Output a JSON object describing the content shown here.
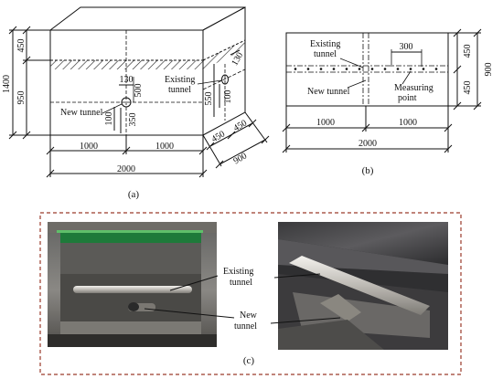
{
  "panel_a": {
    "caption": "(a)",
    "dims": {
      "height_total": "1400",
      "height_top": "450",
      "height_lower": "950",
      "width_left": "1000",
      "width_right": "1000",
      "width_total": "2000",
      "depth_a": "450",
      "depth_b": "450",
      "depth_total": "900",
      "spacing_130_front": "130",
      "spacing_500": "500",
      "spacing_100_front": "100",
      "spacing_350": "350",
      "side_130": "130",
      "side_550": "550",
      "side_100": "100"
    },
    "labels": {
      "new_tunnel": "New tunnel",
      "existing_line1": "Existing",
      "existing_line2": "tunnel"
    }
  },
  "panel_b": {
    "caption": "(b)",
    "dims": {
      "spacing_300": "300",
      "right_450_top": "450",
      "right_450_bottom": "450",
      "right_900": "900",
      "bottom_1000_left": "1000",
      "bottom_1000_right": "1000",
      "bottom_2000": "2000"
    },
    "labels": {
      "existing_line1": "Existing",
      "existing_line2": "tunnel",
      "new_tunnel": "New tunnel",
      "measuring_line1": "Measuring",
      "measuring_line2": "point"
    }
  },
  "panel_c": {
    "caption": "(c)",
    "labels": {
      "existing_line1": "Existing",
      "existing_line2": "tunnel",
      "new_line1": "New",
      "new_line2": "tunnel"
    }
  }
}
